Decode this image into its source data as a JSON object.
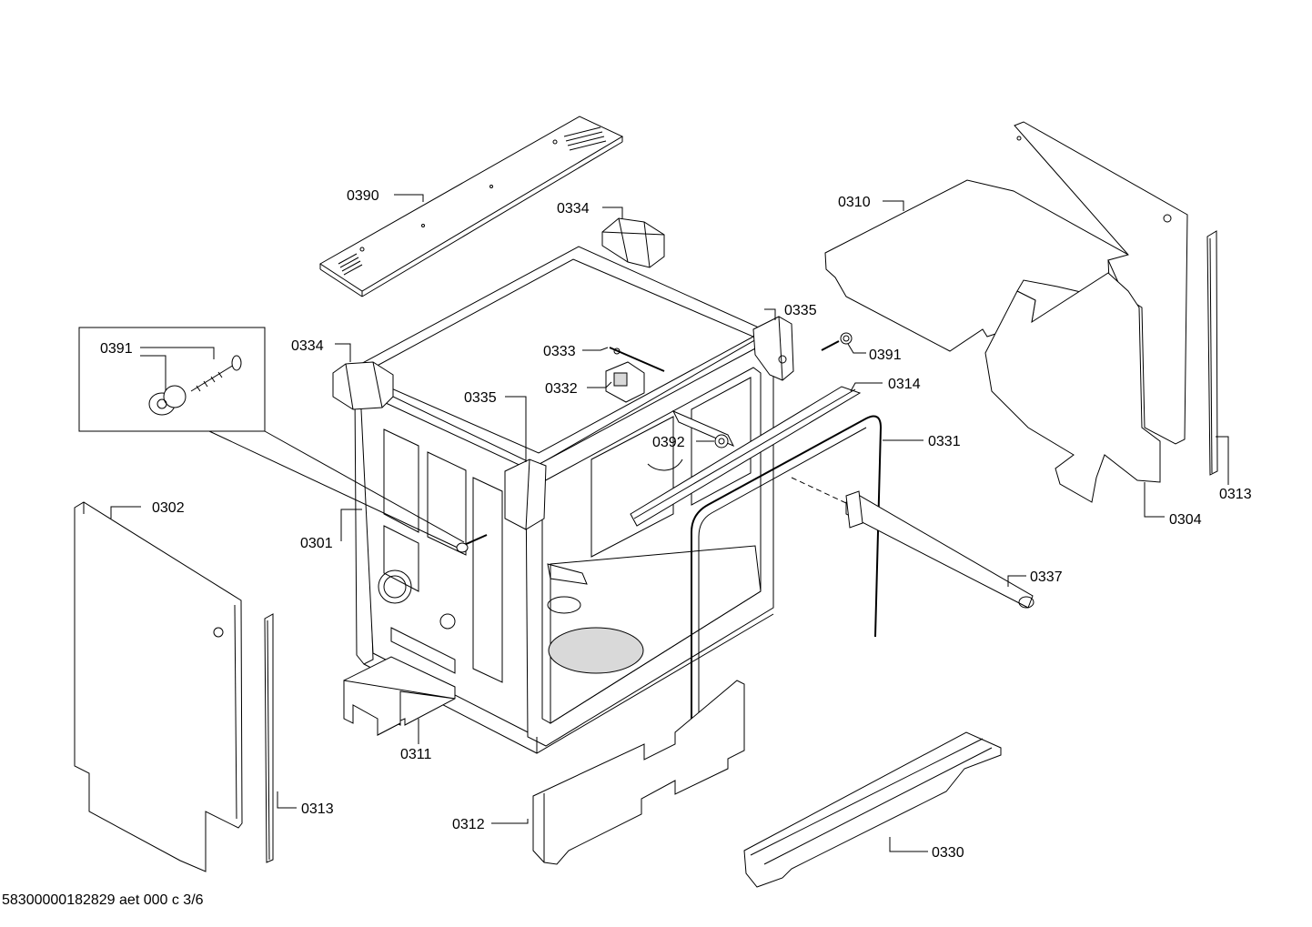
{
  "labels": {
    "l0390": "0390",
    "l0334a": "0334",
    "l0334b": "0334",
    "l0310": "0310",
    "l0335a": "0335",
    "l0335b": "0335",
    "l0391a": "0391",
    "l0391b": "0391",
    "l0333": "0333",
    "l0332": "0332",
    "l0314": "0314",
    "l0392": "0392",
    "l0331": "0331",
    "l0302": "0302",
    "l0301": "0301",
    "l0313a": "0313",
    "l0313b": "0313",
    "l0304": "0304",
    "l0337": "0337",
    "l0311": "0311",
    "l0312": "0312",
    "l0330": "0330"
  },
  "footer": "58300000182829 aet 000 c 3/6"
}
